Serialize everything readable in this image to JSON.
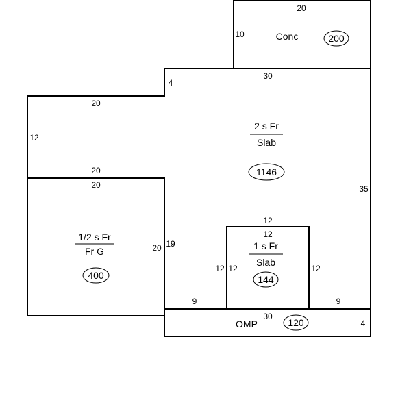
{
  "dimensions": {
    "conc_top": "20",
    "conc_left": "10",
    "conc_bottom": "30",
    "step_left": "4",
    "upper_left_top": "20",
    "upper_left_side": "12",
    "half_top_outer": "20",
    "half_top_inner": "20",
    "half_right_a": "20",
    "half_right_b": "19",
    "main_right": "35",
    "one_top_outer": "12",
    "one_top_inner": "12",
    "one_left_outer": "12",
    "one_left_inner": "12",
    "one_right": "12",
    "base_left": "9",
    "base_right": "9",
    "omp_top": "30",
    "omp_right": "4"
  },
  "areas": {
    "conc": {
      "name": "Conc",
      "area": "200"
    },
    "main": {
      "top": "2 s Fr",
      "bottom": "Slab",
      "area": "1146"
    },
    "half": {
      "top": "1/2 s Fr",
      "bottom": "Fr G",
      "area": "400"
    },
    "one": {
      "top": "1 s Fr",
      "bottom": "Slab",
      "area": "144"
    },
    "omp": {
      "name": "OMP",
      "area": "120"
    }
  }
}
